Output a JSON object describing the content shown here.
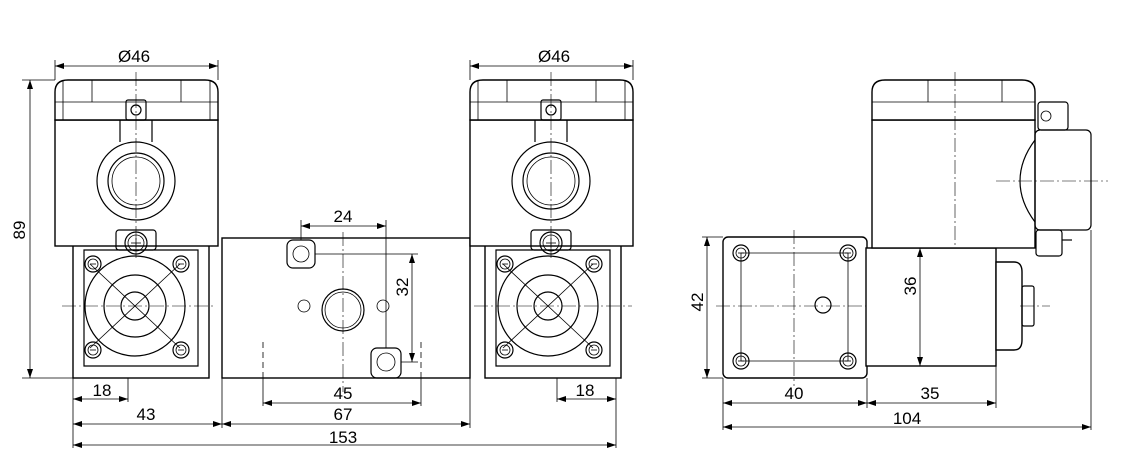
{
  "dimensions": {
    "dia_left": "Ø46",
    "dia_right": "Ø46",
    "height_89": "89",
    "spacing_24": "24",
    "spacing_32": "32",
    "width_18_left": "18",
    "width_43": "43",
    "width_45": "45",
    "width_67": "67",
    "width_18_right": "18",
    "total_153": "153",
    "height_42": "42",
    "height_36": "36",
    "width_40": "40",
    "width_35": "35",
    "total_104": "104"
  },
  "colors": {
    "line": "#000000",
    "background": "#ffffff"
  }
}
